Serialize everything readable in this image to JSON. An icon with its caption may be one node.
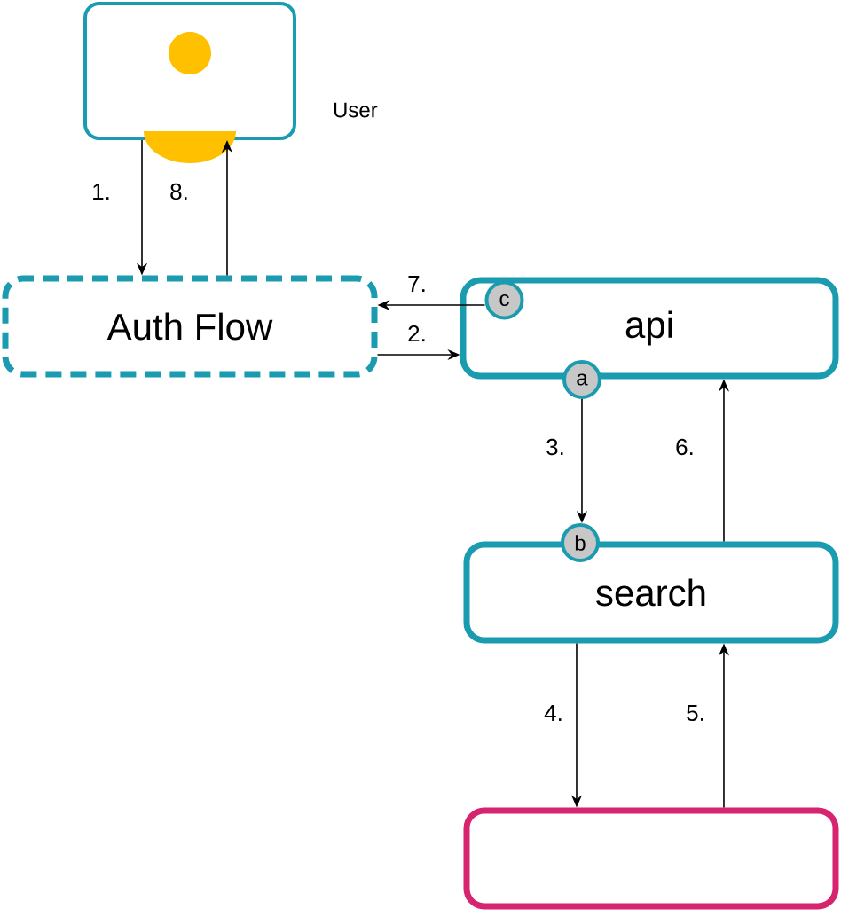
{
  "diagram": {
    "nodes": [
      {
        "text": [],
        "shape": "person",
        "beside": [
          "User"
        ]
      },
      {
        "text": [
          "Auth Flow"
        ]
      },
      {
        "text": [
          "api"
        ]
      },
      {
        "text": [
          "c"
        ],
        "in": 2
      },
      {
        "text": [
          "a"
        ]
      },
      {
        "text": [
          "search"
        ]
      },
      {
        "text": [
          "b"
        ]
      },
      {
        "text": [],
        "shape": "box"
      }
    ],
    "edges": [
      {
        "from": 0,
        "to": 1,
        "arrow": "to",
        "label": "1."
      },
      {
        "from": 1,
        "to": 0,
        "arrow": "to",
        "label": "8."
      },
      {
        "from": 3,
        "to": 1,
        "arrow": "to",
        "label": "7."
      },
      {
        "from": 1,
        "to": 2,
        "arrow": "to",
        "label": "2."
      },
      {
        "from": 4,
        "to": 6,
        "arrow": "to",
        "label": "3."
      },
      {
        "from": 5,
        "to": 2,
        "arrow": "to",
        "label": "6."
      },
      {
        "from": 5,
        "to": 7,
        "arrow": "to",
        "label": "4."
      },
      {
        "from": 7,
        "to": 5,
        "arrow": "to",
        "label": "5."
      }
    ]
  }
}
